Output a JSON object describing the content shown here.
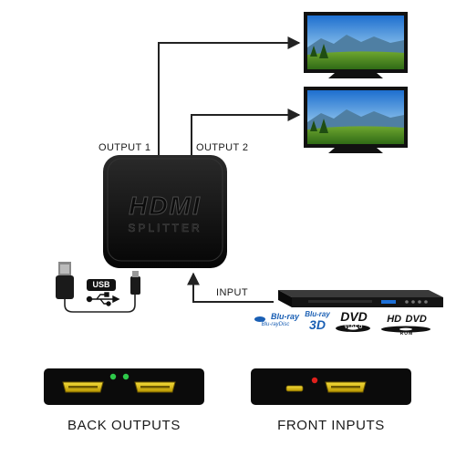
{
  "labels": {
    "output1": "OUTPUT 1",
    "output2": "OUTPUT 2",
    "input": "INPUT",
    "back_outputs": "BACK OUTPUTS",
    "front_inputs": "FRONT INPUTS"
  },
  "splitter": {
    "brand": "HDMI",
    "model": "SPLITTER"
  },
  "usb": {
    "tag": "USB"
  },
  "logos": {
    "bluray_top": "Blu-ray",
    "bluray_sub": "Blu-rayDisc",
    "bluray3d_top": "Blu-ray",
    "bluray3d_main": "3D",
    "dvd_main": "DVD",
    "dvd_sub": "VIDEO",
    "hddvd_hd": "HD",
    "hddvd_dvd": "DVD",
    "hddvd_sub": "ROM"
  },
  "colors": {
    "device": "#111111",
    "cable": "#222222",
    "hdmi_port": "#e2c400",
    "led_green": "#2ec84a",
    "led_red": "#e0201c",
    "bluray_blue": "#1a5fb4"
  },
  "icons": [
    "tv-icon",
    "usb-plug-icon",
    "micro-usb-plug-icon",
    "usb-symbol-icon",
    "dvd-player-icon",
    "hdmi-port-icon"
  ]
}
